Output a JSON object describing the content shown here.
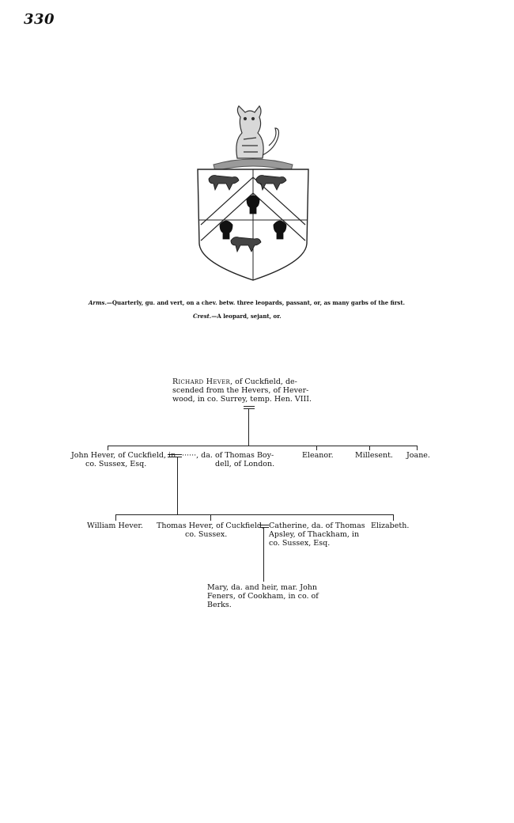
{
  "page_number": "330",
  "captions": {
    "arms_label": "Arms.",
    "arms_text": "—Quarterly, gu. and vert, on a chev. betw. three leopards, passant, or, as many garbs of the first.",
    "crest_label": "Crest.",
    "crest_text": "—A leopard, sejant, or."
  },
  "pedigree": {
    "progenitor": {
      "name": "Richard Hever",
      "l1": ", of Cuckfield, de-",
      "l2": "scended from the Hevers, of Hever-",
      "l3": "wood, in co. Surrey, temp. Hen. VIII."
    },
    "gen2": {
      "john_l1": "John Hever, of Cuckfield, in",
      "john_l2": "co. Sussex, Esq.",
      "wife_l1": "······, da. of Thomas Boy-",
      "wife_l2": "dell, of London.",
      "eleanor": "Eleanor.",
      "millesent": "Millesent.",
      "joane": "Joane."
    },
    "gen3": {
      "william": "William Hever.",
      "thomas_l1": "Thomas Hever, of Cuckfield,",
      "thomas_l2": "co. Sussex.",
      "catherine_l1": "Catherine, da. of Thomas",
      "catherine_l2": "Apsley, of Thackham, in",
      "catherine_l3": "co. Sussex, Esq.",
      "elizabeth": "Elizabeth."
    },
    "gen4": {
      "mary_l1": "Mary, da. and heir, mar. John",
      "mary_l2": "Feners, of Cookham, in co. of",
      "mary_l3": "Berks."
    }
  }
}
